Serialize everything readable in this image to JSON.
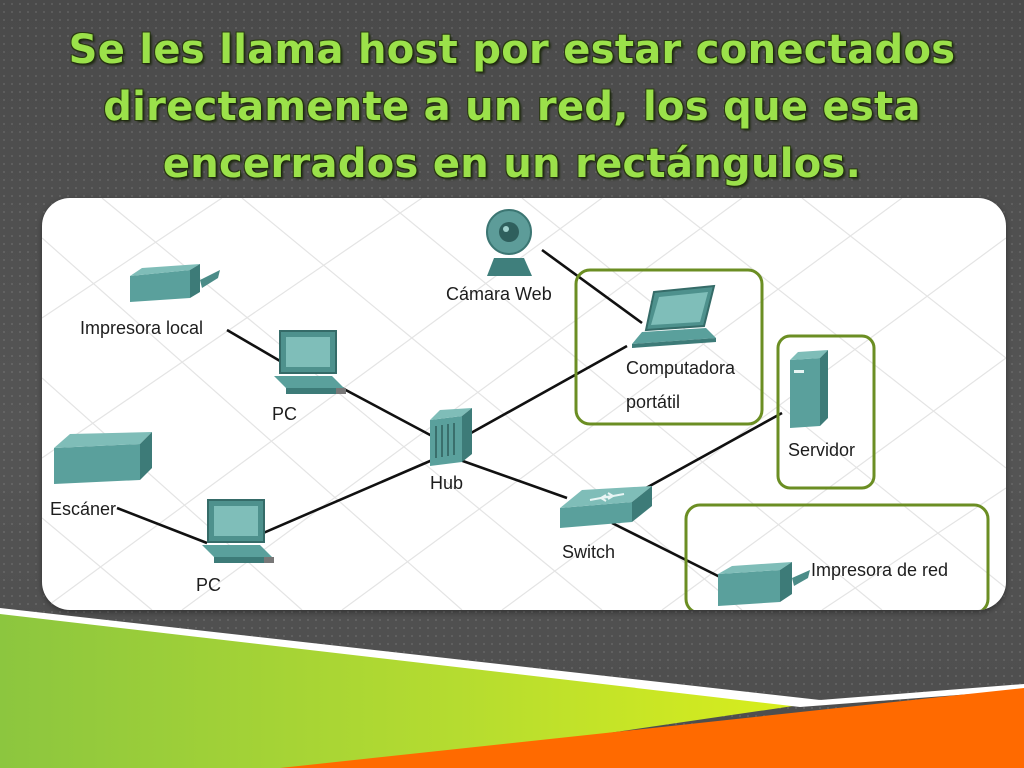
{
  "slide": {
    "title_lines": [
      "Se les llama host por estar conectados",
      "directamente a un red, los que esta",
      "encerrados en un rectángulos."
    ]
  },
  "diagram": {
    "labels": {
      "camera": "Cámara Web",
      "local_printer": "Impresora local",
      "pc_top": "PC",
      "pc_bottom": "PC",
      "scanner": "Escáner",
      "hub": "Hub",
      "switch": "Switch",
      "laptop_line1": "Computadora",
      "laptop_line2": "portátil",
      "server": "Servidor",
      "network_printer": "Impresora de red"
    },
    "highlight_color": "#6b8e23",
    "device_color": "#4a8f8c",
    "accent_colors": {
      "title": "#9be14a",
      "green_band": "#8cc63f",
      "orange_band": "#ff6a00"
    }
  }
}
